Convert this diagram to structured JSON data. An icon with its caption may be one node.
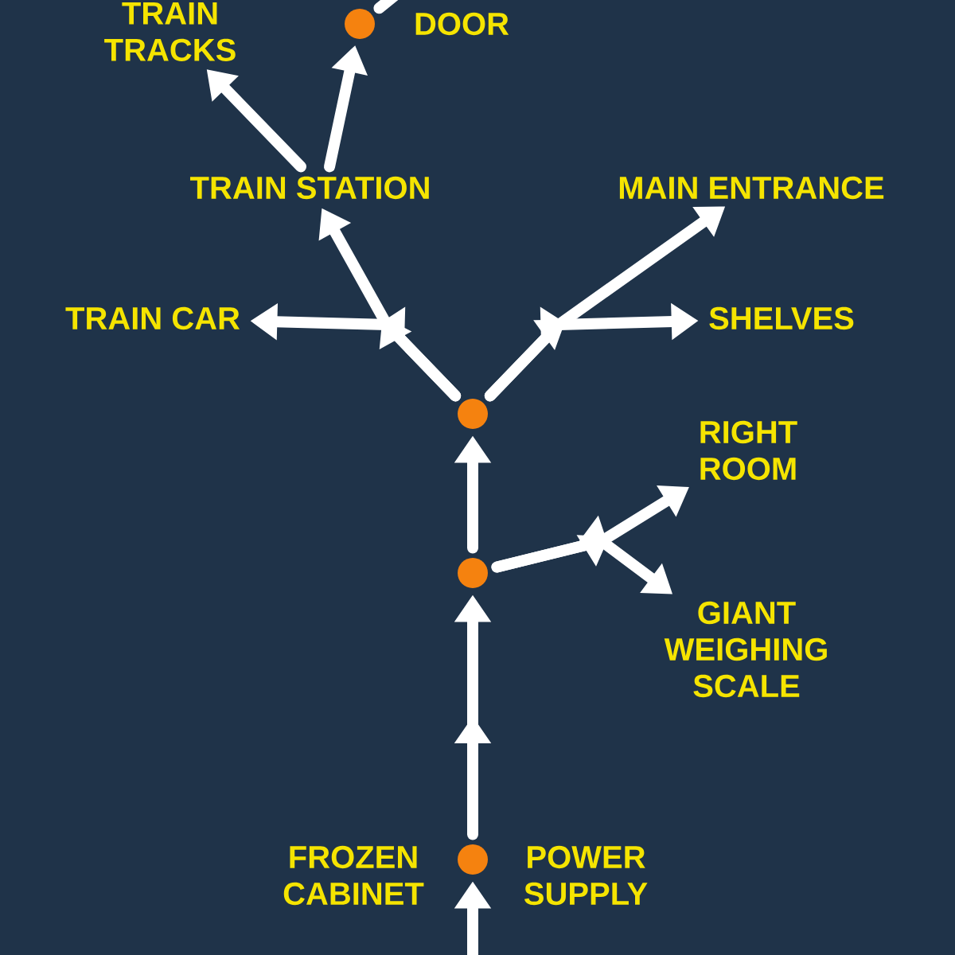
{
  "diagram": {
    "nodes": [
      {
        "text": [
          "TRAIN TRACKS"
        ]
      },
      {
        "text": [],
        "shape": "circle",
        "beside": [
          "DOOR"
        ]
      },
      {
        "text": [
          "TRAIN STATION"
        ]
      },
      {
        "text": [
          "MAIN ENTRANCE"
        ]
      },
      {
        "text": [
          "TRAIN CAR"
        ]
      },
      {
        "text": [
          "SHELVES"
        ]
      },
      {
        "text": [],
        "shape": "circle"
      },
      {
        "text": [
          "RIGHT ROOM"
        ]
      },
      {
        "text": [],
        "shape": "circle"
      },
      {
        "text": [
          "GIANT WEIGHING SCALE"
        ]
      },
      {
        "text": [],
        "shape": "circle",
        "beside": [
          "FROZEN CABINET",
          "POWER SUPPLY"
        ]
      }
    ],
    "edges": [
      {
        "from": null,
        "to": 10,
        "arrow": "to"
      },
      {
        "from": 10,
        "to": 8,
        "arrow": "to"
      },
      {
        "from": 8,
        "to": 6,
        "arrow": "to"
      },
      {
        "from": 8,
        "to": 7,
        "arrow": "to"
      },
      {
        "from": 8,
        "to": 9,
        "arrow": "to"
      },
      {
        "from": 6,
        "to": 4,
        "arrow": "to"
      },
      {
        "from": 6,
        "to": 2,
        "arrow": "to"
      },
      {
        "from": 6,
        "to": 3,
        "arrow": "to"
      },
      {
        "from": 6,
        "to": 5,
        "arrow": "to"
      },
      {
        "from": 2,
        "to": 0,
        "arrow": "to"
      },
      {
        "from": 2,
        "to": 1,
        "arrow": "to"
      },
      {
        "from": 1,
        "to": null,
        "arrow": "none"
      }
    ]
  }
}
